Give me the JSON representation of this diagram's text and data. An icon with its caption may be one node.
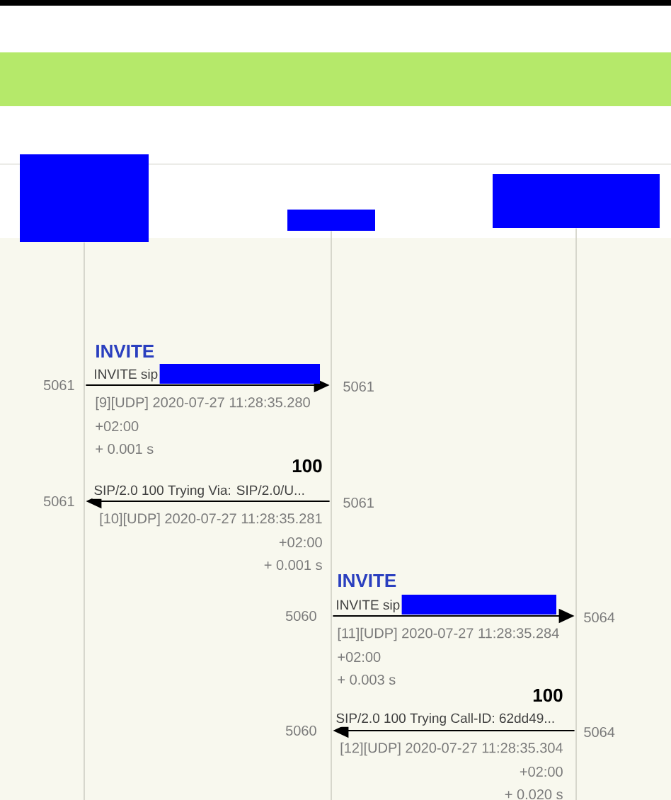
{
  "diagram": {
    "nodes": [
      {
        "text": [],
        "shape": "box"
      },
      {
        "text": [],
        "shape": "box"
      },
      {
        "text": [],
        "shape": "box"
      }
    ],
    "edges": [
      {
        "from": 0,
        "to": 1,
        "arrow": "to",
        "label": "INVITE sip"
      },
      {
        "from": 1,
        "to": 0,
        "arrow": "to",
        "label": "SIP/2.0 100 Trying Via: SIP/2.0/U..."
      },
      {
        "from": 1,
        "to": 2,
        "arrow": "to",
        "label": "INVITE sip"
      },
      {
        "from": 2,
        "to": 1,
        "arrow": "to",
        "label": "SIP/2.0 100 Trying Call-ID: 62dd49..."
      }
    ],
    "labels": [
      "INVITE",
      "5061",
      "5061",
      "[9][UDP] 2020-07-27 11:28:35.280",
      "+02:00",
      "+ 0.001 s",
      "100",
      "5061",
      "5061",
      "[10][UDP] 2020-07-27 11:28:35.281",
      "+02:00",
      "+ 0.001 s",
      "INVITE",
      "5060",
      "5064",
      "[11][UDP] 2020-07-27 11:28:35.284",
      "+02:00",
      "+ 0.003 s",
      "100",
      "5060",
      "5064",
      "[12][UDP] 2020-07-27 11:28:35.304",
      "+02:00",
      "+ 0.020 s"
    ]
  }
}
